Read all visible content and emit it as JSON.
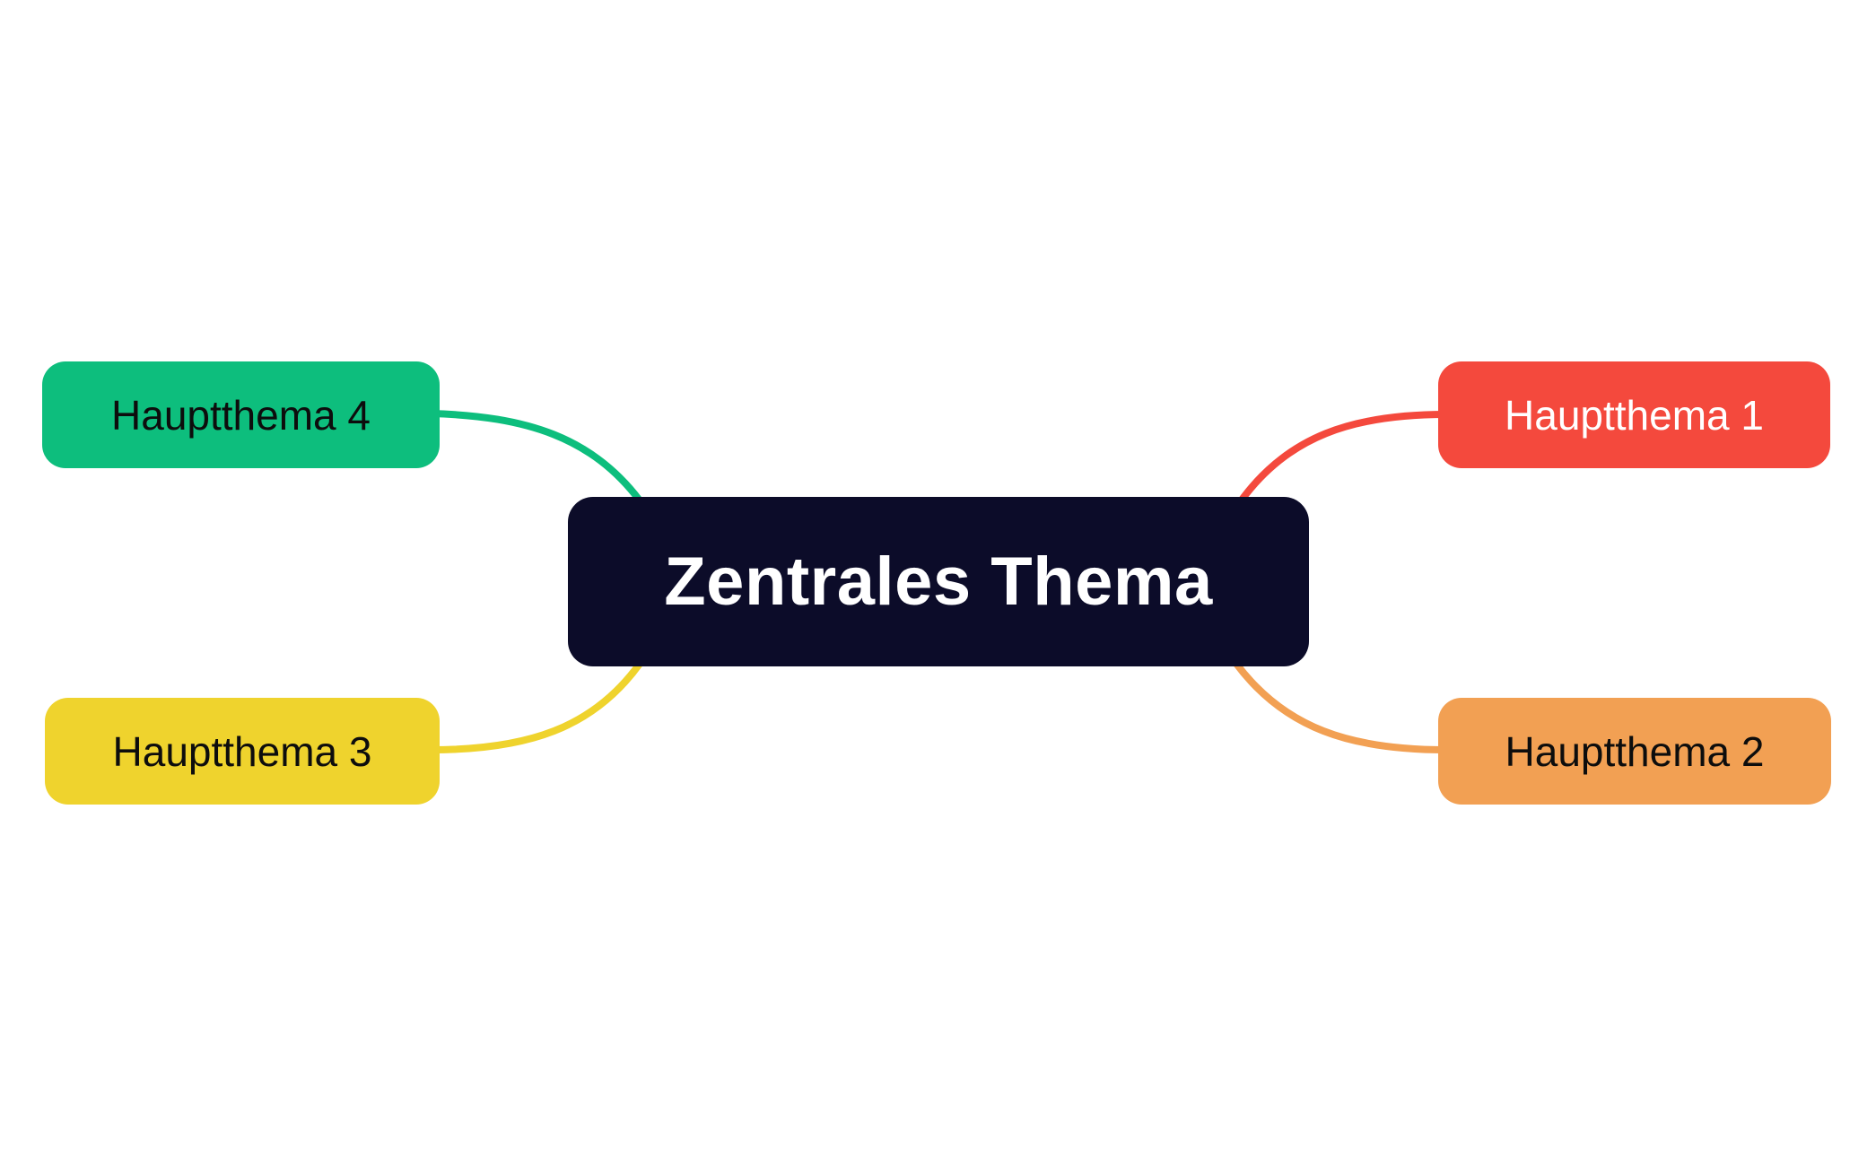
{
  "diagram": {
    "type": "mindmap",
    "background_color": "#ffffff",
    "central_node": {
      "label": "Zentrales Thema",
      "bg_color": "#0c0c29",
      "text_color": "#ffffff"
    },
    "branches": [
      {
        "label": "Hauptthema 1",
        "position": "top-right",
        "bg_color": "#f4493d",
        "text_color": "#ffffff",
        "connector_color": "#f4493d"
      },
      {
        "label": "Hauptthema 2",
        "position": "bottom-right",
        "bg_color": "#f2a053",
        "text_color": "#0d0d0d",
        "connector_color": "#f2a053"
      },
      {
        "label": "Hauptthema 3",
        "position": "bottom-left",
        "bg_color": "#efd32d",
        "text_color": "#0d0d0d",
        "connector_color": "#efd32d"
      },
      {
        "label": "Hauptthema 4",
        "position": "top-left",
        "bg_color": "#0dbe7d",
        "text_color": "#0d0d0d",
        "connector_color": "#0dbe7d"
      }
    ]
  }
}
